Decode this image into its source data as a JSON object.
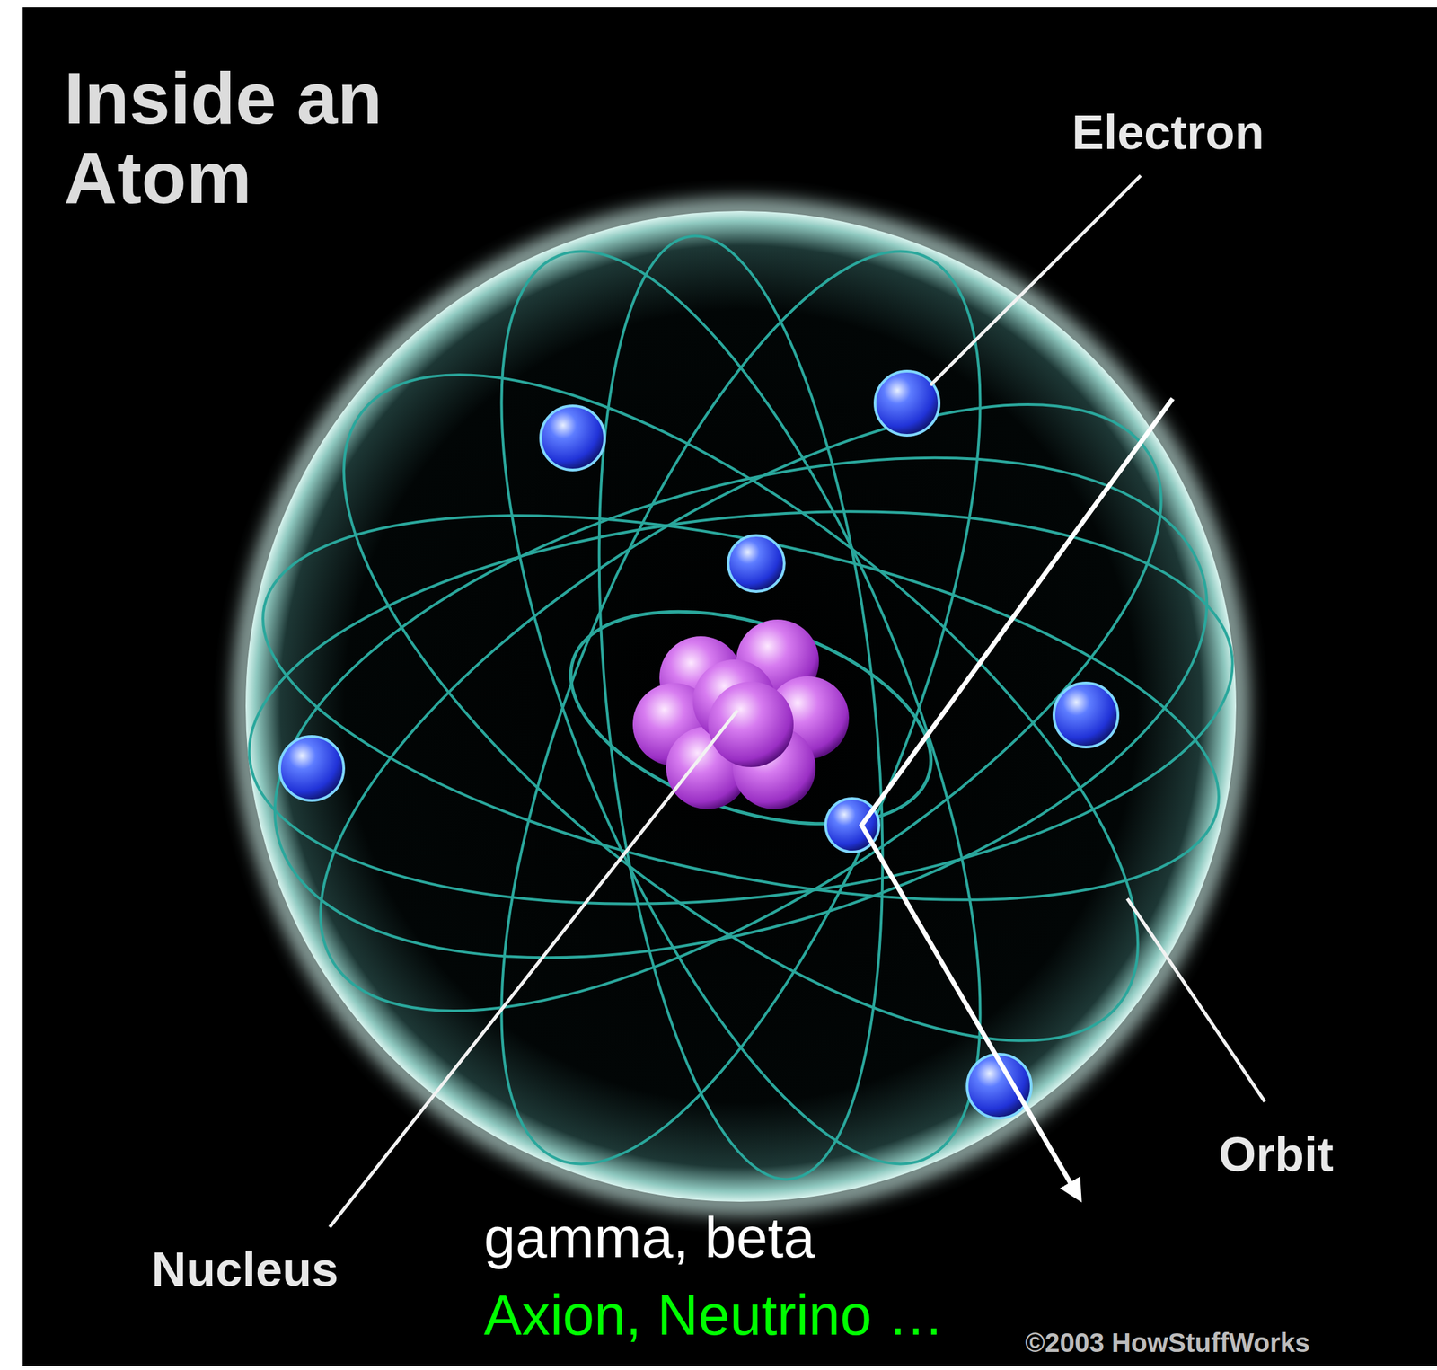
{
  "diagram": {
    "title": "Inside an Atom",
    "labels": [
      "Electron",
      "Nucleus",
      "Orbit",
      "gamma, beta",
      "Axion, Neutrino …",
      "©2003 HowStuffWorks"
    ]
  }
}
